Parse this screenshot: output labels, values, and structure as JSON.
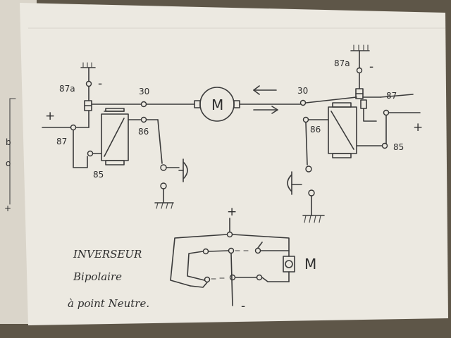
{
  "terminals": {
    "t87a_left": "87a",
    "t30_left": "30",
    "t87_left": "87",
    "t86_left": "86",
    "t85_left": "85",
    "t87a_right": "87a",
    "t30_right": "30",
    "t87_right": "87",
    "t86_right": "86",
    "t85_right": "85"
  },
  "symbols": {
    "motor": "M",
    "minus_left": "-",
    "plus_left": "+",
    "minus_right": "-",
    "plus_right": "+",
    "switch_plus": "+",
    "switch_minus": "-",
    "switch_motor": "M"
  },
  "caption": {
    "line1": "INVERSEUR",
    "line2": "Bipolaire",
    "line3": "à point Neutre."
  },
  "margin_marks": {
    "mark_b": "b",
    "mark_o": "o",
    "mark_plus": "+"
  },
  "colors": {
    "paper": "#ece9e1",
    "ink": "#3a3a3a",
    "background": "#5e5648"
  }
}
